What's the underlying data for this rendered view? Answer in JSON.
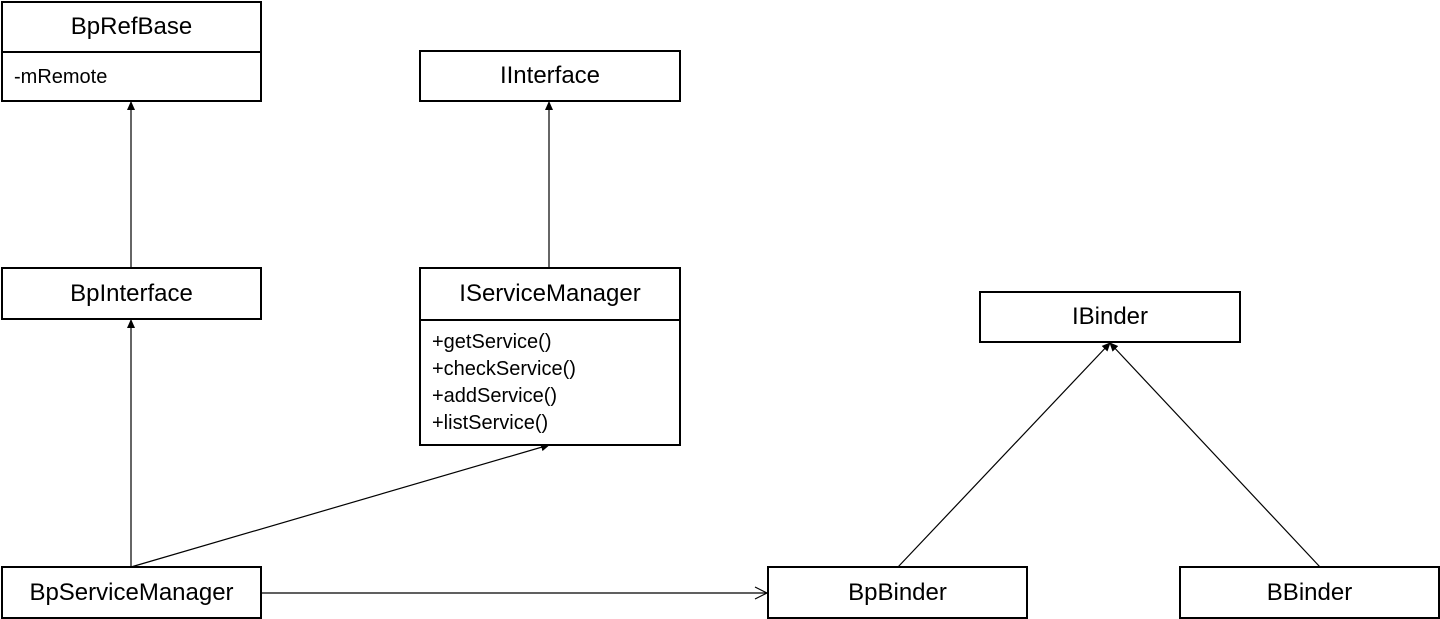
{
  "classes": {
    "bprefbase": {
      "name": "BpRefBase",
      "attributes": [
        "-mRemote"
      ]
    },
    "iinterface": {
      "name": "IInterface"
    },
    "bpinterface": {
      "name": "BpInterface"
    },
    "iservicemanager": {
      "name": "IServiceManager",
      "methods": [
        "+getService()",
        "+checkService()",
        "+addService()",
        "+listService()"
      ]
    },
    "ibinder": {
      "name": "IBinder"
    },
    "bpservicemanager": {
      "name": "BpServiceManager"
    },
    "bpbinder": {
      "name": "BpBinder"
    },
    "bbinder": {
      "name": "BBinder"
    }
  },
  "relationships": [
    {
      "from": "BpInterface",
      "to": "BpRefBase",
      "kind": "inheritance"
    },
    {
      "from": "IServiceManager",
      "to": "IInterface",
      "kind": "inheritance"
    },
    {
      "from": "BpServiceManager",
      "to": "BpInterface",
      "kind": "inheritance"
    },
    {
      "from": "BpServiceManager",
      "to": "IServiceManager",
      "kind": "inheritance"
    },
    {
      "from": "BpServiceManager",
      "to": "BpBinder",
      "kind": "association"
    },
    {
      "from": "BpBinder",
      "to": "IBinder",
      "kind": "inheritance"
    },
    {
      "from": "BBinder",
      "to": "IBinder",
      "kind": "inheritance"
    }
  ],
  "colors": {
    "line": "#000000",
    "box_border": "#000000",
    "background": "#ffffff"
  }
}
